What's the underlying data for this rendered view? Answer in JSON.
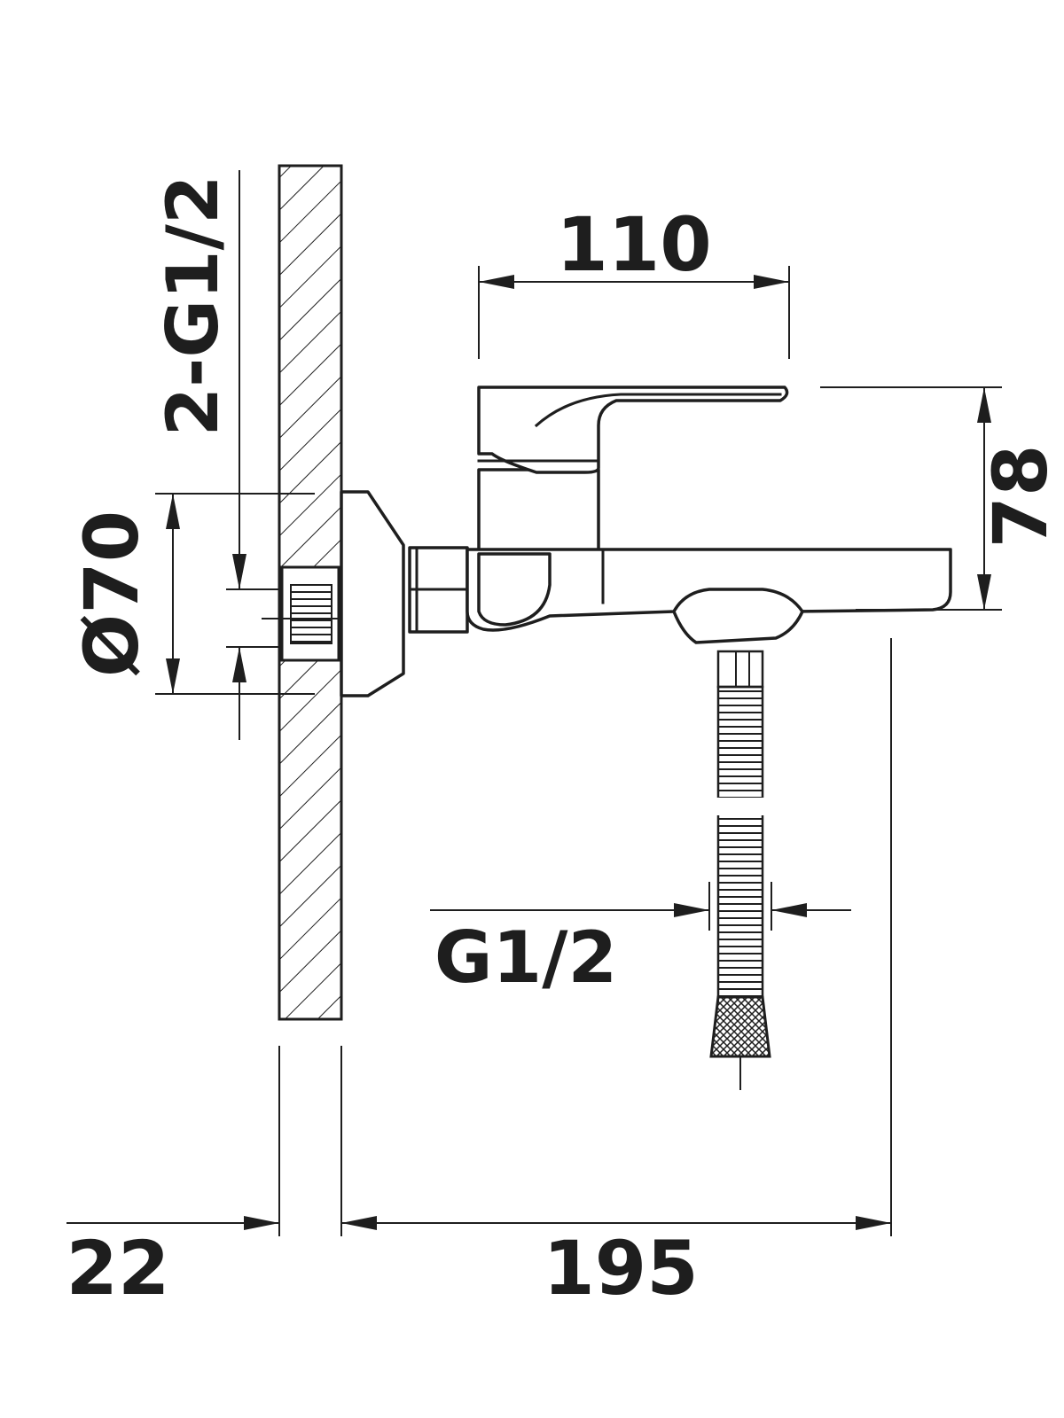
{
  "dimensions": {
    "width_top": "110",
    "height_right": "78",
    "diameter": "Ø70",
    "inlet_thread": "2-G1/2",
    "hose_thread": "G1/2",
    "wall_thickness": "22",
    "projection": "195"
  },
  "colors": {
    "ink": "#1e1e1e",
    "paper": "#ffffff"
  }
}
